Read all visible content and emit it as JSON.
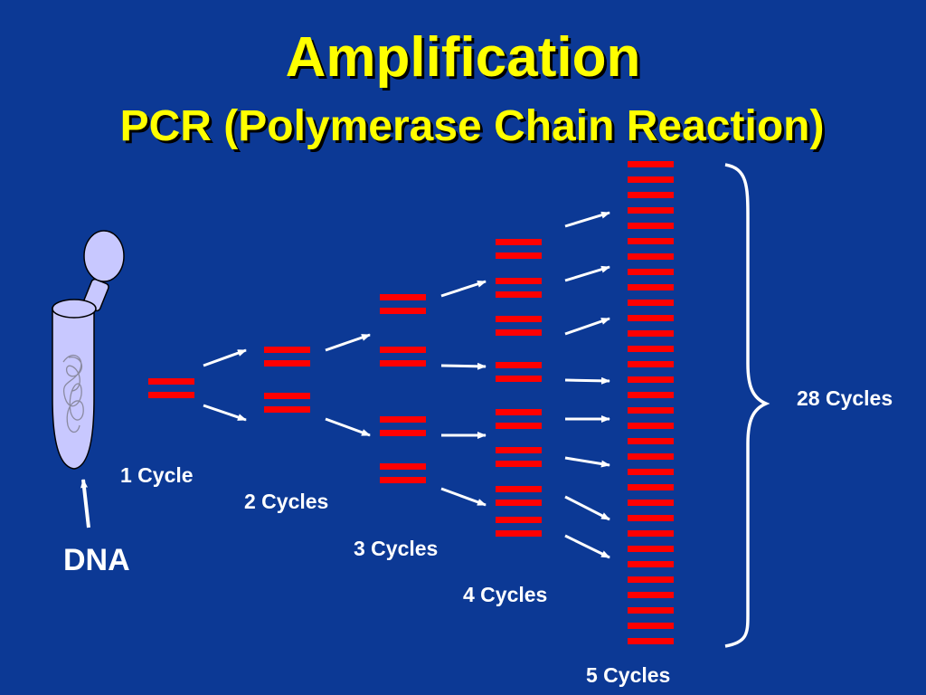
{
  "title": "Amplification",
  "subtitle": "PCR (Polymerase Chain Reaction)",
  "dna_label": "DNA",
  "cycle_labels": [
    "1 Cycle",
    "2 Cycles",
    "3 Cycles",
    "4 Cycles",
    "5 Cycles"
  ],
  "final_label": "28 Cycles",
  "copies_per_cycle": [
    1,
    2,
    4,
    8,
    16
  ],
  "colors": {
    "background": "#0c3995",
    "title": "#ffff00",
    "strand": "#ff0000",
    "text": "#ffffff",
    "tube_fill": "#c8c8ff"
  }
}
